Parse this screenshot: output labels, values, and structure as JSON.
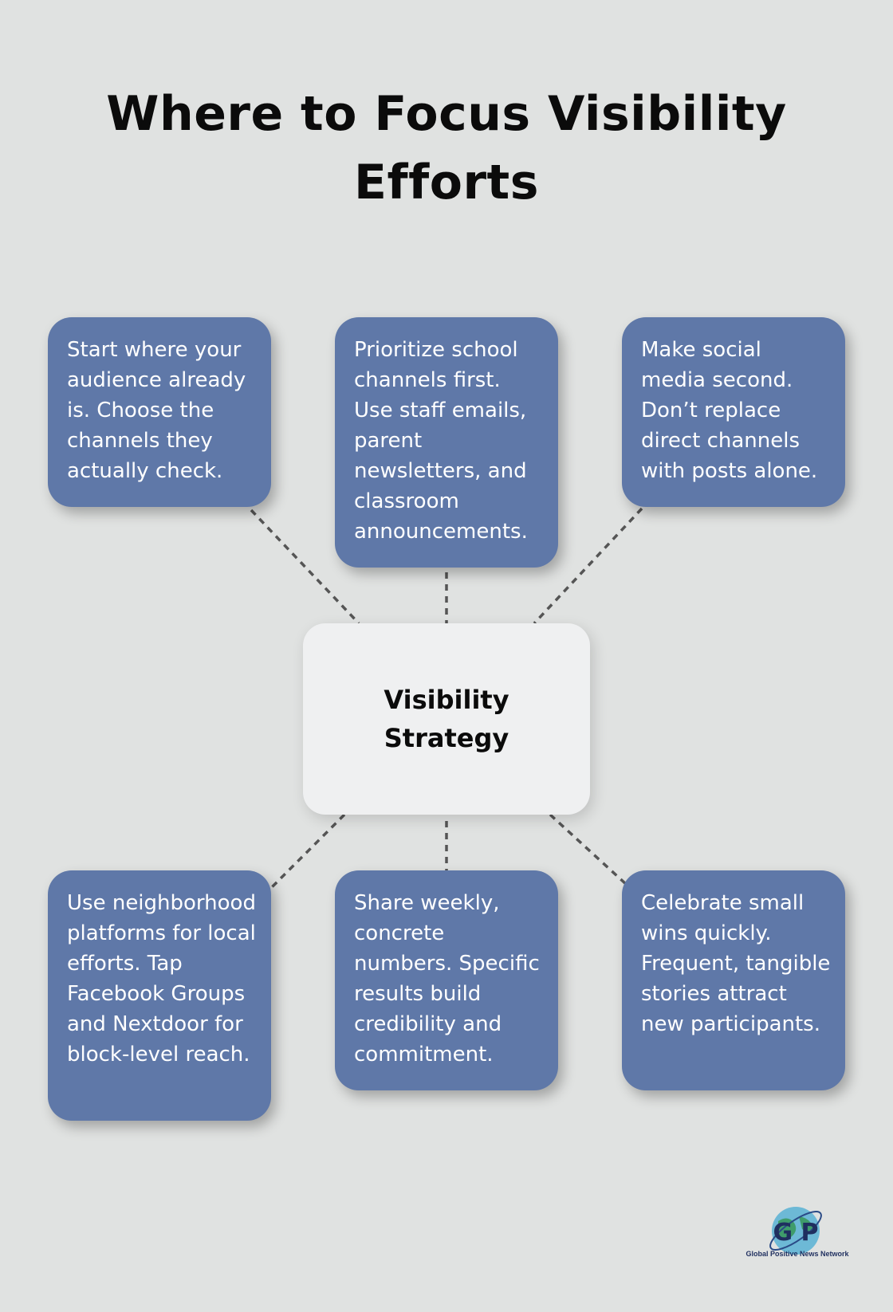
{
  "title": "Where to Focus Visibility Efforts",
  "center": {
    "label": "Visibility Strategy"
  },
  "cards": [
    {
      "id": "audience",
      "text": "Start where your audience already is. Choose the channels they actually check."
    },
    {
      "id": "school-channels",
      "text": "Prioritize school channels first. Use staff emails, parent newsletters, and classroom announcements."
    },
    {
      "id": "social-media",
      "text": "Make social media second. Don’t replace direct channels with posts alone."
    },
    {
      "id": "neighborhood",
      "text": "Use neighborhood platforms for local efforts. Tap Facebook Groups and Nextdoor for block-level reach."
    },
    {
      "id": "weekly-numbers",
      "text": "Share weekly, concrete numbers. Specific results build credibility and commitment."
    },
    {
      "id": "small-wins",
      "text": "Celebrate small wins quickly. Frequent, tangible stories attract new participants."
    }
  ],
  "logo": {
    "letters": "G P",
    "caption": "Global Positive News Network"
  },
  "colors": {
    "card": "#5f78a8",
    "center": "#eff0f1",
    "background": "#e0e2e1",
    "connector": "#555555"
  }
}
